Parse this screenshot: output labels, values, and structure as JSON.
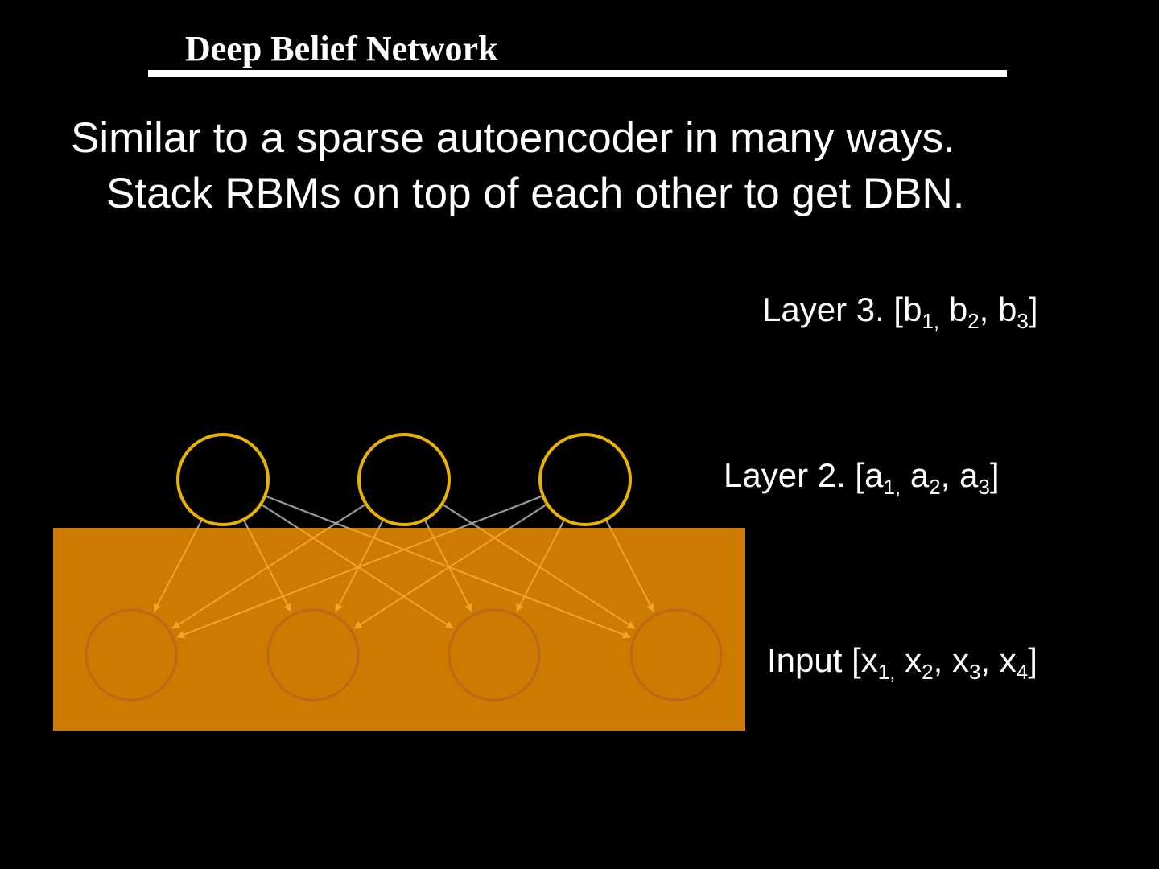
{
  "slide": {
    "title": "Deep Belief Network",
    "body_lines": [
      "Similar to a sparse autoencoder in many ways.",
      "Stack RBMs on top of each other to get DBN."
    ]
  },
  "layers": {
    "layer3": {
      "prefix": "Layer 3. [",
      "vars": [
        "b",
        "b",
        "b"
      ],
      "subs": [
        "1,",
        "2",
        "3"
      ]
    },
    "layer2": {
      "prefix": "Layer 2. [",
      "vars": [
        "a",
        "a",
        "a"
      ],
      "subs": [
        "1,",
        "2",
        "3"
      ]
    },
    "input": {
      "prefix": "Input [",
      "vars": [
        "x",
        "x",
        "x",
        "x"
      ],
      "subs": [
        "1,",
        "2",
        "3",
        "4"
      ]
    }
  },
  "colors": {
    "background": "#000000",
    "overlay": "#cc7a00",
    "hidden_node": "#e8b300",
    "input_node": "#b86a18",
    "edge_above": "#9a9a9a",
    "edge_below": "#f0a428"
  }
}
